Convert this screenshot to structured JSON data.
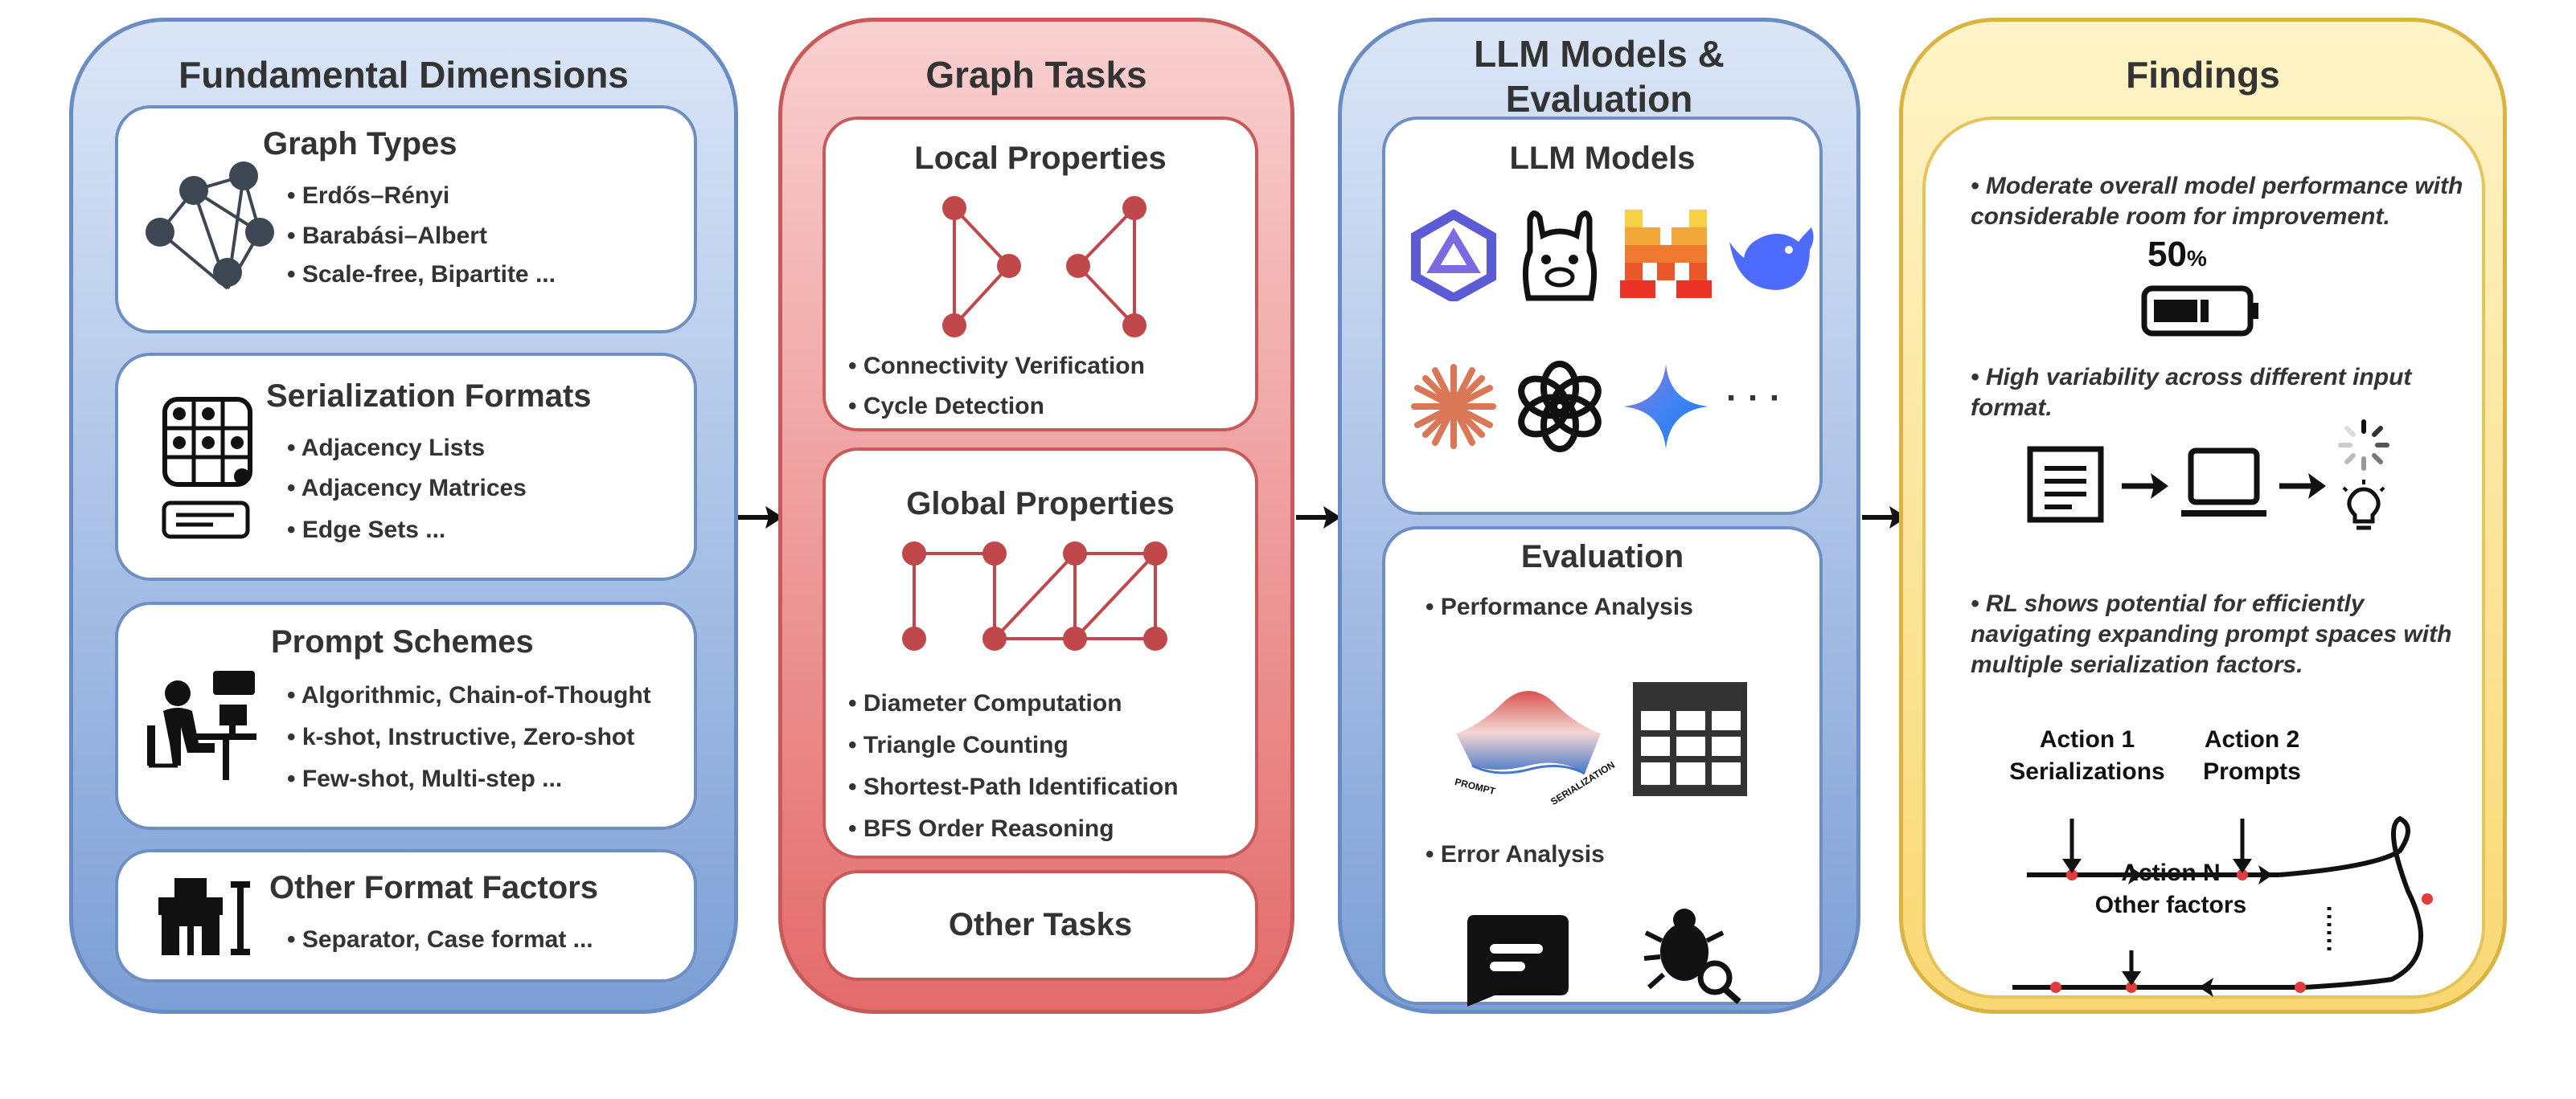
{
  "dimensions": {
    "title": "Fundamental Dimensions",
    "graph_types": {
      "title": "Graph Types",
      "items": [
        "Erdős–Rényi",
        "Barabási–Albert",
        "Scale-free, Bipartite ..."
      ]
    },
    "serialization": {
      "title": "Serialization Formats",
      "items": [
        "Adjacency Lists",
        "Adjacency Matrices",
        "Edge Sets ..."
      ]
    },
    "prompt": {
      "title": "Prompt Schemes",
      "items": [
        "Algorithmic, Chain-of-Thought",
        "k-shot, Instructive, Zero-shot",
        "Few-shot, Multi-step ..."
      ]
    },
    "other": {
      "title": "Other Format Factors",
      "items": [
        "Separator, Case format ..."
      ]
    }
  },
  "tasks": {
    "title": "Graph Tasks",
    "local": {
      "title": "Local Properties",
      "items": [
        "Connectivity Verification",
        "Cycle Detection"
      ]
    },
    "global": {
      "title": "Global Properties",
      "items": [
        "Diameter Computation",
        "Triangle Counting",
        "Shortest-Path Identification",
        "BFS Order Reasoning"
      ]
    },
    "other": "Other Tasks"
  },
  "llm": {
    "title_line1": "LLM Models &",
    "title_line2": "Evaluation",
    "models": {
      "title": "LLM Models",
      "icons": [
        "qwen-icon",
        "llama-icon",
        "mistral-icon",
        "deepseek-icon",
        "claude-icon",
        "openai-icon",
        "gemini-icon"
      ],
      "more": "· · ·"
    },
    "evaluation": {
      "title": "Evaluation",
      "items": [
        "Performance Analysis",
        "Error Analysis"
      ],
      "surface_axis_1": "PROMPT",
      "surface_axis_2": "SERIALIZATION"
    }
  },
  "findings": {
    "title": "Findings",
    "items": [
      "• Moderate overall model performance with considerable room for improvement.",
      "• High variability across different input format.",
      "• RL shows potential for efficiently navigating expanding prompt spaces with multiple serialization factors."
    ],
    "battery_value": "50",
    "battery_unit": "%",
    "action1": "Action 1",
    "action1_sub": "Serializations",
    "action2": "Action 2",
    "action2_sub": "Prompts",
    "actionN": "Action N",
    "actionN_sub": "Other factors"
  },
  "colors": {
    "blue": "#7c9fd6",
    "red": "#e46b6b",
    "yellow": "#f9d873",
    "node_red": "#c0484b",
    "graph_dark": "#3d4754"
  }
}
